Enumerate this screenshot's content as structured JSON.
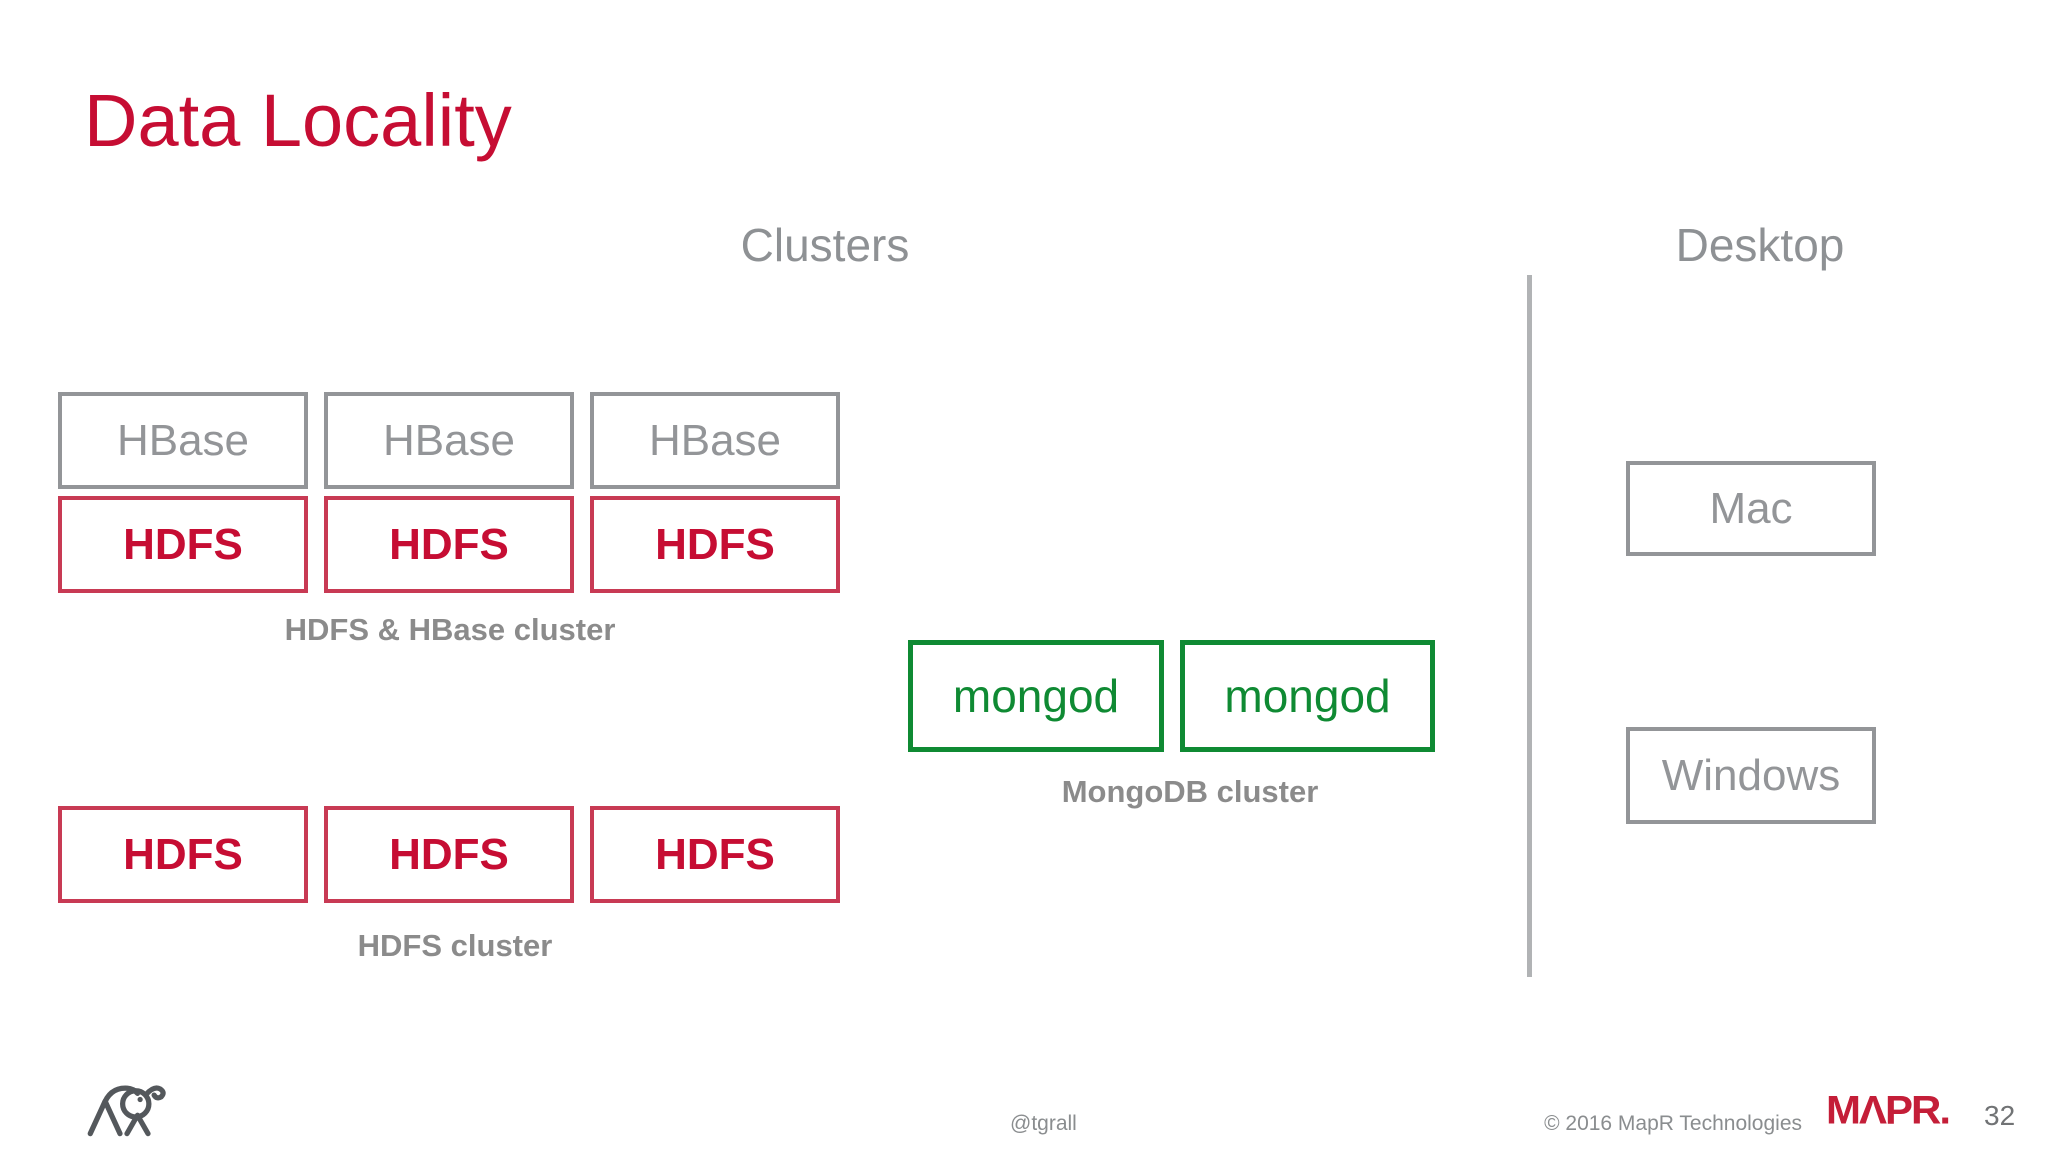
{
  "slide": {
    "title": "Data Locality",
    "page_number": "32"
  },
  "headings": {
    "clusters": "Clusters",
    "desktop": "Desktop"
  },
  "hbase_hdfs_cluster": {
    "hbase_nodes": [
      "HBase",
      "HBase",
      "HBase"
    ],
    "hdfs_nodes": [
      "HDFS",
      "HDFS",
      "HDFS"
    ],
    "label": "HDFS & HBase cluster"
  },
  "mongodb_cluster": {
    "nodes": [
      "mongod",
      "mongod"
    ],
    "label": "MongoDB cluster"
  },
  "hdfs_cluster": {
    "nodes": [
      "HDFS",
      "HDFS",
      "HDFS"
    ],
    "label": "HDFS cluster"
  },
  "desktop_machines": {
    "mac": "Mac",
    "windows": "Windows"
  },
  "footer": {
    "twitter_handle": "@tgrall",
    "copyright": "© 2016 MapR Technologies",
    "logo_text": "MΛPR.",
    "elephant_icon": "hadoop-elephant",
    "page_number": "32"
  },
  "colors": {
    "title_red": "#C60D33",
    "hdfs_border_red": "#C83A54",
    "mongo_green": "#0F8A33",
    "node_gray": "#939598",
    "label_gray": "#8B8B8B",
    "heading_gray": "#8E9194",
    "divider_gray": "#B1B3B5",
    "footer_gray": "#8A8D8F",
    "logo_red": "#C41E38"
  }
}
